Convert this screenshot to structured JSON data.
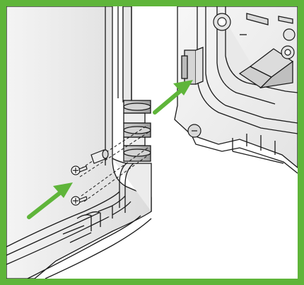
{
  "frame": {
    "border_color": "#5fb53a",
    "background": "#ffffff"
  },
  "illustration": {
    "subject": "hinge-screw-mounting",
    "line_color": "#1a1a1a",
    "arrow_color": "#5fb53a",
    "arrows": [
      {
        "name": "arrow-to-screw-holes",
        "direction": "up-right"
      },
      {
        "name": "arrow-to-enclosure-hinge",
        "direction": "up-right"
      }
    ],
    "icons": [
      "door-panel",
      "hinge",
      "screw",
      "screw",
      "sleeve",
      "enclosure-box",
      "cable-gland",
      "hinge-receptacle"
    ]
  }
}
